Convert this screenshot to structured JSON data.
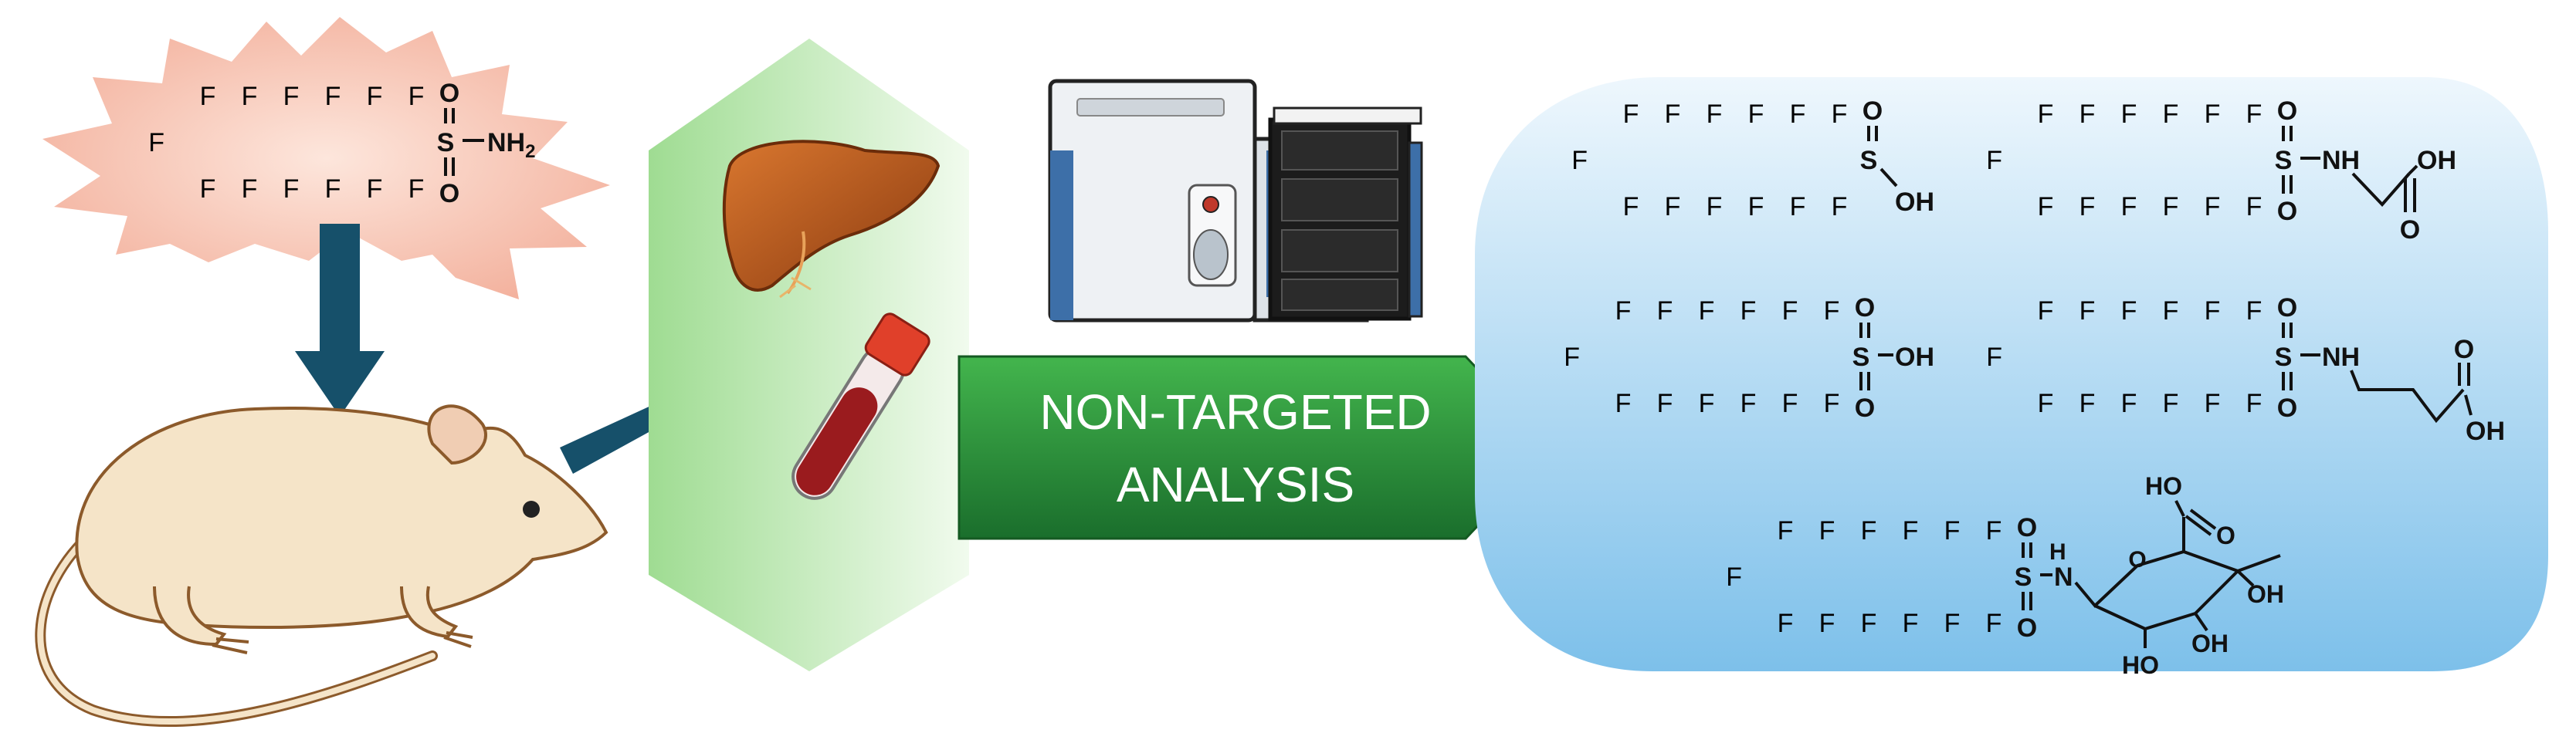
{
  "banner": {
    "line1": "NON-TARGETED",
    "line2": "ANALYSIS"
  },
  "atoms": {
    "F": "F",
    "S": "S",
    "O": "O",
    "OH": "OH",
    "HO": "HO",
    "NH": "NH",
    "NH2": "NH",
    "N": "N",
    "H": "H",
    "sub2": "2"
  },
  "colors": {
    "starburst": "#f6c2b3",
    "arrow": "#16506a",
    "hexagon": "#aee3a1",
    "banner": "#2f9a3f",
    "blue_panel": "#9fd0ee",
    "rat_body": "#f5e4c8",
    "rat_outline": "#8c5a2b",
    "liver": "#b3561d",
    "tube_cap": "#e0402a",
    "tube_blood": "#9a1b1e"
  },
  "structures": [
    "precursor-sulfonamide",
    "sulfinic-acid",
    "sulfonamido-acetic-acid",
    "sulfonic-acid",
    "sulfonamido-butanoic-acid",
    "sulfonamide-glucuronide"
  ]
}
